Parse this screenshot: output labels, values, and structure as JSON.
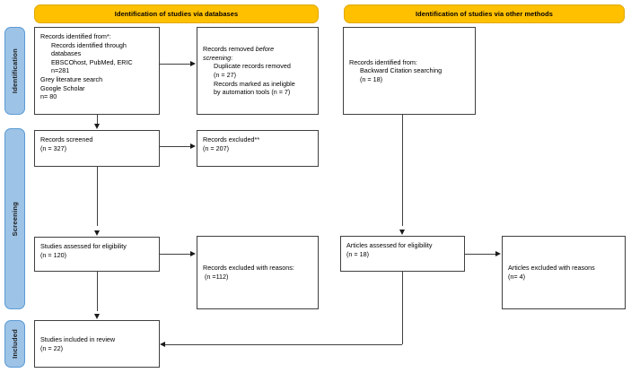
{
  "diagram": {
    "type": "prisma-flow-diagram",
    "accent_yellow": "#FFC000",
    "accent_blue": "#9DC3E6",
    "line_color": "#404040"
  },
  "headers": {
    "databases": "Identification of studies via databases",
    "other_methods": "Identification of studies via other methods"
  },
  "stages": {
    "identification": "Identification",
    "screening": "Screening",
    "included": "Included"
  },
  "boxes": {
    "records_identified": {
      "l1": "Records identified from*:",
      "l2": "Records identified through",
      "l3": "databases",
      "l4": "EBSCOhost, PubMed, ERIC",
      "l5": "n=281",
      "l6": "Grey literature search",
      "l7": "Google Scholar",
      "l8": "n= 80"
    },
    "records_removed": {
      "l1": "Records removed ",
      "l1_italic": "before",
      "l2": "screening",
      "l2_tail": ":",
      "l3": "Duplicate records removed",
      "l4": "(n = 27)",
      "l5": "Records marked as ineligble",
      "l6": "by automation tools (n = 7)"
    },
    "other_identified": {
      "l1": "Records identified from:",
      "l2": "Backward Citation searching",
      "l3": "(n = 18)"
    },
    "records_screened": {
      "l1": "Records screened",
      "l2": "(n = 327)"
    },
    "records_excluded": {
      "l1": "Records excluded**",
      "l2": "(n = 207)"
    },
    "studies_assessed": {
      "l1": "Studies assessed for eligibility",
      "l2": "(n = 120)"
    },
    "records_excluded_reasons": {
      "l1": "Records excluded with reasons:",
      "l2": " (n =112)"
    },
    "articles_assessed": {
      "l1": "Articles assessed for eligibility",
      "l2": "(n = 18)"
    },
    "articles_excluded_reasons": {
      "l1": "Articles excluded with reasons",
      "l2": "(n= 4)"
    },
    "studies_included": {
      "l1": "Studies included in review",
      "l2": "(n = 22)"
    }
  },
  "chart_data": {
    "type": "table",
    "title": "PRISMA 2020 flow diagram",
    "nodes": [
      {
        "id": "records_identified",
        "label": "Records identified from databases (EBSCOhost, PubMed, ERIC)",
        "n": 281,
        "stage": "Identification",
        "column": "databases"
      },
      {
        "id": "grey_literature",
        "label": "Grey literature search Google Scholar",
        "n": 80,
        "stage": "Identification",
        "column": "databases"
      },
      {
        "id": "duplicates_removed",
        "label": "Duplicate records removed",
        "n": 27,
        "stage": "Identification",
        "column": "databases"
      },
      {
        "id": "automation_ineligible",
        "label": "Records marked as ineligble by automation tools",
        "n": 7,
        "stage": "Identification",
        "column": "databases"
      },
      {
        "id": "other_identified",
        "label": "Records identified from Backward Citation searching",
        "n": 18,
        "stage": "Identification",
        "column": "other_methods"
      },
      {
        "id": "records_screened",
        "label": "Records screened",
        "n": 327,
        "stage": "Screening",
        "column": "databases"
      },
      {
        "id": "records_excluded",
        "label": "Records excluded**",
        "n": 207,
        "stage": "Screening",
        "column": "databases"
      },
      {
        "id": "studies_assessed",
        "label": "Studies assessed for eligibility",
        "n": 120,
        "stage": "Screening",
        "column": "databases"
      },
      {
        "id": "records_excluded_reasons",
        "label": "Records excluded with reasons",
        "n": 112,
        "stage": "Screening",
        "column": "databases"
      },
      {
        "id": "articles_assessed",
        "label": "Articles assessed for eligibility",
        "n": 18,
        "stage": "Screening",
        "column": "other_methods"
      },
      {
        "id": "articles_excluded_reasons",
        "label": "Articles excluded with reasons",
        "n": 4,
        "stage": "Screening",
        "column": "other_methods"
      },
      {
        "id": "studies_included",
        "label": "Studies included in review",
        "n": 22,
        "stage": "Included",
        "column": "databases"
      }
    ],
    "edges": [
      {
        "from": "records_identified",
        "to": "duplicates_removed"
      },
      {
        "from": "records_identified",
        "to": "records_screened"
      },
      {
        "from": "records_screened",
        "to": "records_excluded"
      },
      {
        "from": "records_screened",
        "to": "studies_assessed"
      },
      {
        "from": "studies_assessed",
        "to": "records_excluded_reasons"
      },
      {
        "from": "studies_assessed",
        "to": "studies_included"
      },
      {
        "from": "other_identified",
        "to": "articles_assessed"
      },
      {
        "from": "articles_assessed",
        "to": "articles_excluded_reasons"
      },
      {
        "from": "articles_assessed",
        "to": "studies_included"
      }
    ]
  }
}
